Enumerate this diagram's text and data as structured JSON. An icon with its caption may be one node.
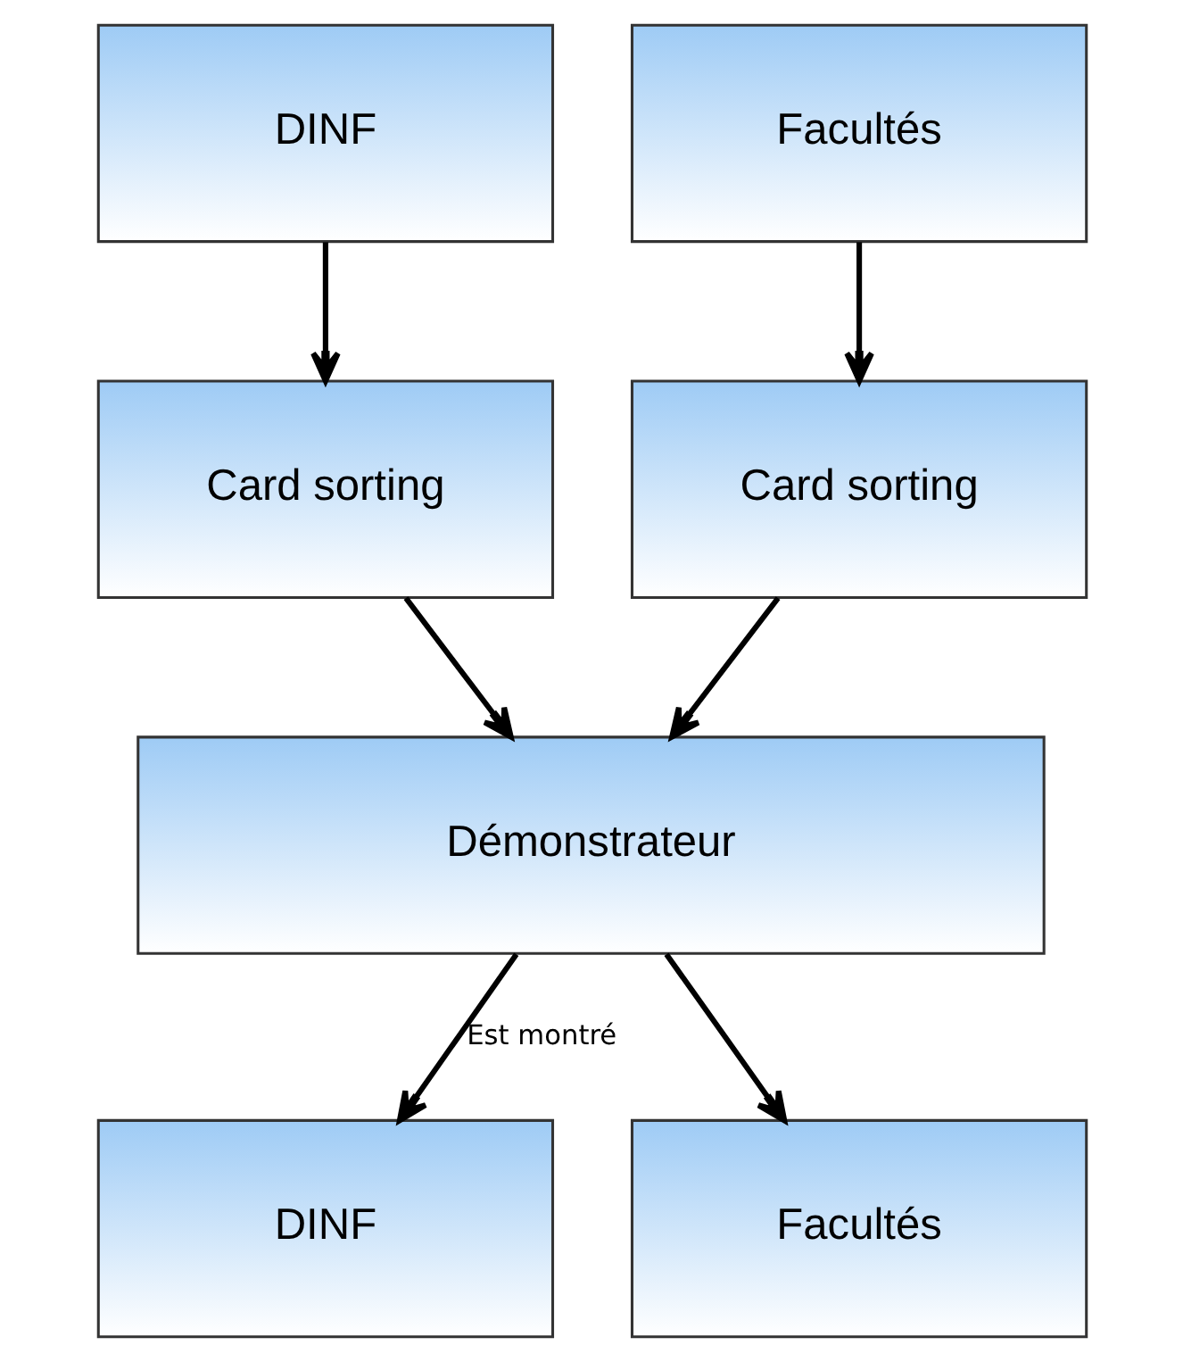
{
  "diagram": {
    "nodes": [
      {
        "text": [
          "DINF"
        ]
      },
      {
        "text": [
          "Facultés"
        ]
      },
      {
        "text": [
          "Card sorting"
        ]
      },
      {
        "text": [
          "Card sorting"
        ]
      },
      {
        "text": [
          "Démonstrateur"
        ]
      },
      {
        "text": [
          "DINF"
        ]
      },
      {
        "text": [
          "Facultés"
        ]
      }
    ],
    "edges": [
      {
        "from": 0,
        "to": 2,
        "arrow": "to"
      },
      {
        "from": 1,
        "to": 3,
        "arrow": "to"
      },
      {
        "from": 2,
        "to": 4,
        "arrow": "to"
      },
      {
        "from": 3,
        "to": 4,
        "arrow": "to"
      },
      {
        "from": 4,
        "to": 5,
        "arrow": "to",
        "label": "Est montré"
      },
      {
        "from": 4,
        "to": 6,
        "arrow": "to"
      }
    ]
  }
}
